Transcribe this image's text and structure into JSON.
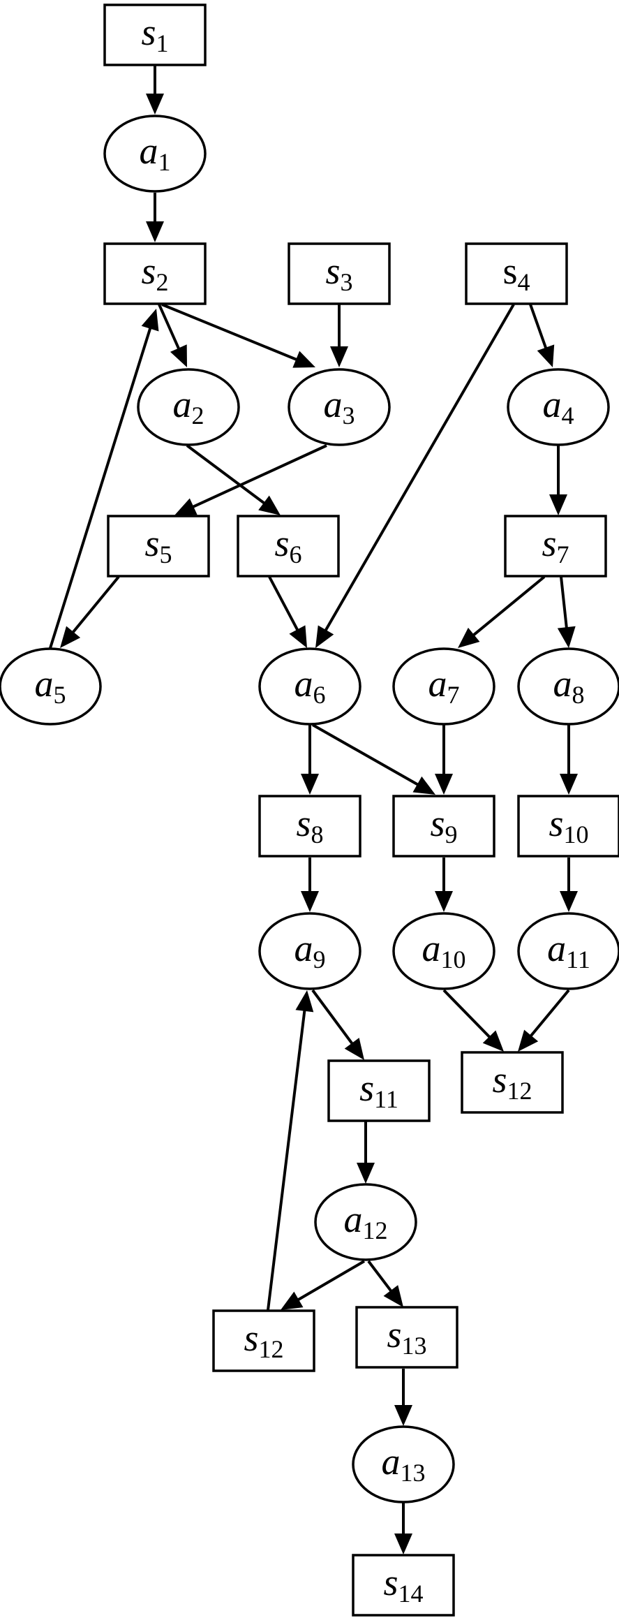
{
  "nodes": [
    {
      "id": "s1",
      "shape": "rect",
      "label": "s",
      "sub": "1"
    },
    {
      "id": "a1",
      "shape": "ellipse",
      "label": "a",
      "sub": "1"
    },
    {
      "id": "s2",
      "shape": "rect",
      "label": "s",
      "sub": "2"
    },
    {
      "id": "s3",
      "shape": "rect",
      "label": "s",
      "sub": "3"
    },
    {
      "id": "s4",
      "shape": "rect",
      "label": "s",
      "sub": "4",
      "upright": true
    },
    {
      "id": "a2",
      "shape": "ellipse",
      "label": "a",
      "sub": "2"
    },
    {
      "id": "a3",
      "shape": "ellipse",
      "label": "a",
      "sub": "3"
    },
    {
      "id": "a4",
      "shape": "ellipse",
      "label": "a",
      "sub": "4"
    },
    {
      "id": "s5",
      "shape": "rect",
      "label": "s",
      "sub": "5"
    },
    {
      "id": "s6",
      "shape": "rect",
      "label": "s",
      "sub": "6"
    },
    {
      "id": "s7",
      "shape": "rect",
      "label": "s",
      "sub": "7"
    },
    {
      "id": "a5",
      "shape": "ellipse",
      "label": "a",
      "sub": "5"
    },
    {
      "id": "a6",
      "shape": "ellipse",
      "label": "a",
      "sub": "6"
    },
    {
      "id": "a7",
      "shape": "ellipse",
      "label": "a",
      "sub": "7"
    },
    {
      "id": "a8",
      "shape": "ellipse",
      "label": "a",
      "sub": "8"
    },
    {
      "id": "s8",
      "shape": "rect",
      "label": "s",
      "sub": "8"
    },
    {
      "id": "s9",
      "shape": "rect",
      "label": "s",
      "sub": "9"
    },
    {
      "id": "s10",
      "shape": "rect",
      "label": "s",
      "sub": "10"
    },
    {
      "id": "a9",
      "shape": "ellipse",
      "label": "a",
      "sub": "9"
    },
    {
      "id": "a10",
      "shape": "ellipse",
      "label": "a",
      "sub": "10"
    },
    {
      "id": "a11",
      "shape": "ellipse",
      "label": "a",
      "sub": "11"
    },
    {
      "id": "s11",
      "shape": "rect",
      "label": "s",
      "sub": "11"
    },
    {
      "id": "s12r",
      "shape": "rect",
      "label": "s",
      "sub": "12"
    },
    {
      "id": "a12",
      "shape": "ellipse",
      "label": "a",
      "sub": "12"
    },
    {
      "id": "s12",
      "shape": "rect",
      "label": "s",
      "sub": "12"
    },
    {
      "id": "s13",
      "shape": "rect",
      "label": "s",
      "sub": "13"
    },
    {
      "id": "a13",
      "shape": "ellipse",
      "label": "a",
      "sub": "13"
    },
    {
      "id": "s14",
      "shape": "rect",
      "label": "s",
      "sub": "14"
    }
  ],
  "edges": [
    {
      "from": "s1",
      "to": "a1"
    },
    {
      "from": "a1",
      "to": "s2"
    },
    {
      "from": "s2",
      "to": "a2"
    },
    {
      "from": "s2",
      "to": "a3"
    },
    {
      "from": "s3",
      "to": "a3"
    },
    {
      "from": "s4",
      "to": "a4"
    },
    {
      "from": "s4",
      "to": "a6"
    },
    {
      "from": "a2",
      "to": "s6"
    },
    {
      "from": "a3",
      "to": "s5"
    },
    {
      "from": "a4",
      "to": "s7"
    },
    {
      "from": "s5",
      "to": "a5"
    },
    {
      "from": "a5",
      "to": "s2"
    },
    {
      "from": "s6",
      "to": "a6"
    },
    {
      "from": "s7",
      "to": "a7"
    },
    {
      "from": "s7",
      "to": "a8"
    },
    {
      "from": "a6",
      "to": "s8"
    },
    {
      "from": "a6",
      "to": "s9"
    },
    {
      "from": "a7",
      "to": "s9"
    },
    {
      "from": "a8",
      "to": "s10"
    },
    {
      "from": "s8",
      "to": "a9"
    },
    {
      "from": "s9",
      "to": "a10"
    },
    {
      "from": "s10",
      "to": "a11"
    },
    {
      "from": "a9",
      "to": "s11"
    },
    {
      "from": "a10",
      "to": "s12r"
    },
    {
      "from": "a11",
      "to": "s12r"
    },
    {
      "from": "s11",
      "to": "a12"
    },
    {
      "from": "a12",
      "to": "s12"
    },
    {
      "from": "a12",
      "to": "s13"
    },
    {
      "from": "s12",
      "to": "a9"
    },
    {
      "from": "s13",
      "to": "a13"
    },
    {
      "from": "a13",
      "to": "s14"
    }
  ]
}
